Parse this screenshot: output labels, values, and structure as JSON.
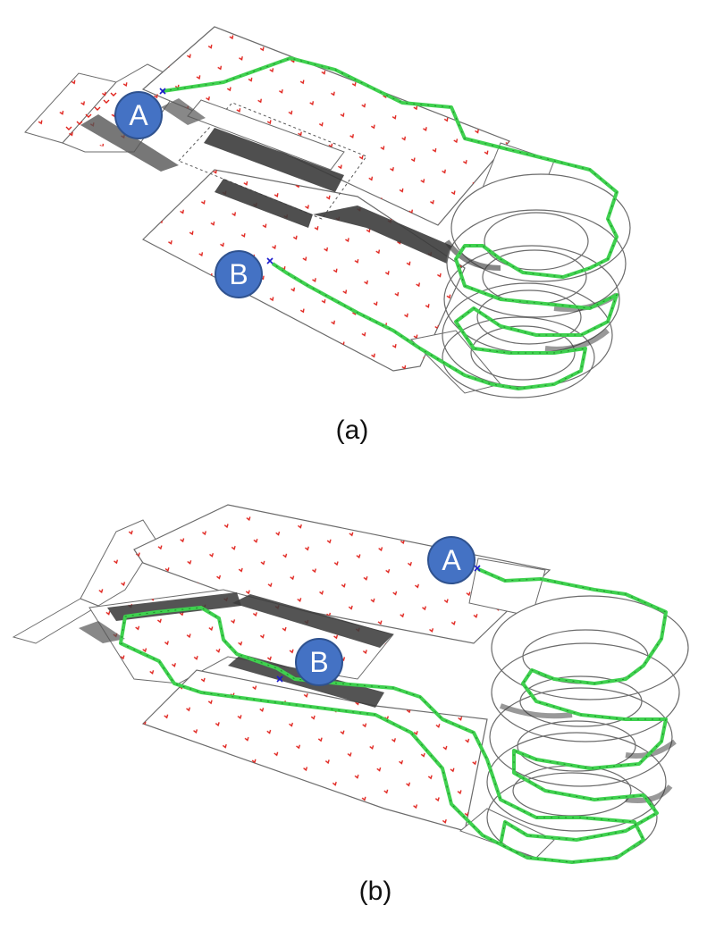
{
  "panels": [
    {
      "id": "a",
      "caption": "(a)",
      "start_label": "A",
      "end_label": "B"
    },
    {
      "id": "b",
      "caption": "(b)",
      "start_label": "A",
      "end_label": "B"
    }
  ],
  "colors": {
    "sheet_fill": "#ffffff",
    "sheet_stroke": "#6b6b6b",
    "shadow": "#3c3c3c",
    "path_green": "#3fd14f",
    "path_dot": "#e0211b",
    "vertex_mark": "#e0211b",
    "endpoint_mark": "#1a1acc",
    "marker_fill": "#4472c4"
  }
}
